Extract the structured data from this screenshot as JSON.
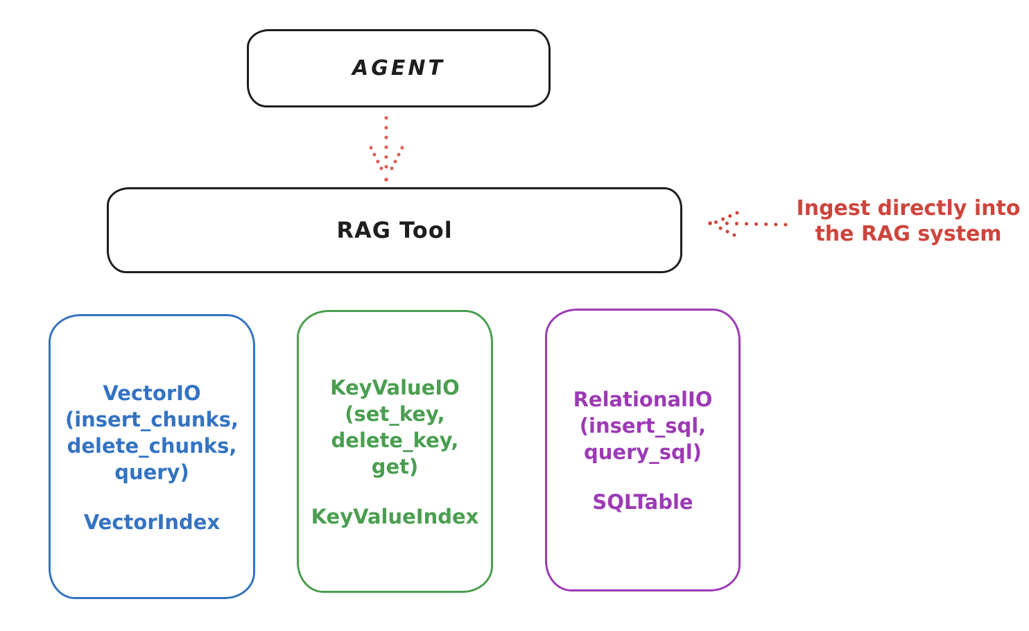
{
  "diagram": {
    "agent": {
      "label": "AGENT",
      "color": "#1e1e1e"
    },
    "rag_tool": {
      "label": "RAG Tool",
      "color": "#1e1e1e"
    },
    "agent_to_rag_arrow": {
      "style": "dotted",
      "direction": "down",
      "color": "#e05d58"
    },
    "annotation": {
      "text": "Ingest directly into\nthe RAG system",
      "color": "#cd453d",
      "arrow_style": "dotted",
      "arrow_direction": "left-toward-rag-tool"
    },
    "io_boxes": [
      {
        "title": "VectorIO\n(insert_chunks,\ndelete_chunks,\nquery)",
        "index_class": "VectorIndex",
        "color": "#3473c2"
      },
      {
        "title": "KeyValueIO\n(set_key,\ndelete_key, get)",
        "index_class": "KeyValueIndex",
        "color": "#4a9e50"
      },
      {
        "title": "RelationalIO\n(insert_sql,\nquery_sql)",
        "index_class": "SQLTable",
        "color": "#9c3ab5"
      }
    ]
  }
}
